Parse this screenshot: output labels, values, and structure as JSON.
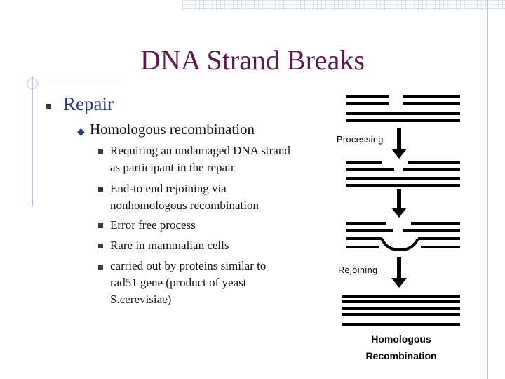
{
  "slide": {
    "title": "DNA Strand Breaks",
    "level1": {
      "text": "Repair"
    },
    "level2": {
      "text": "Homologous recombination"
    },
    "level3": [
      {
        "lines": [
          "Requiring an undamaged DNA strand",
          "as participant in the repair"
        ]
      },
      {
        "lines": [
          "End-to end rejoining via",
          "nonhomologous recombination"
        ]
      },
      {
        "lines": [
          "Error free process"
        ]
      },
      {
        "lines": [
          "Rare in mammalian cells"
        ]
      },
      {
        "lines": [
          "carried out by proteins similar to",
          "rad51 gene (product of yeast",
          "S.cerevisiae)"
        ]
      }
    ]
  },
  "diagram": {
    "label_processing": "Processing",
    "label_rejoining": "Rejoining",
    "caption_line1": "Homologous",
    "caption_line2": "Recombination"
  }
}
